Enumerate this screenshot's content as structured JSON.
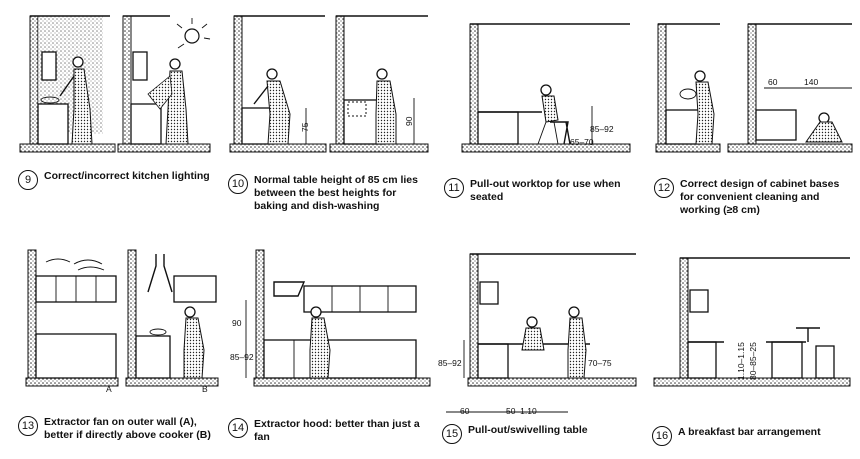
{
  "panels": [
    {
      "num": "9",
      "caption": "Correct/incorrect kitchen lighting"
    },
    {
      "num": "10",
      "caption": "Normal table height of 85 cm lies between the best heights for baking and dish-washing",
      "dims": {
        "a": "75",
        "b": "90"
      }
    },
    {
      "num": "11",
      "caption": "Pull-out worktop for use when seated",
      "dims": {
        "a": "85–92",
        "b": "65–70"
      }
    },
    {
      "num": "12",
      "caption": "Correct design of cabinet bases for convenient cleaning and working (≥8 cm)",
      "dims": {
        "a": "60",
        "b": "140"
      }
    },
    {
      "num": "13",
      "caption": "Extractor fan on outer wall (A), better if directly above cooker (B)",
      "dims": {
        "a": "A",
        "b": "B"
      }
    },
    {
      "num": "14",
      "caption": "Extractor hood: better than just a fan",
      "dims": {
        "a": "90",
        "b": "85–92"
      }
    },
    {
      "num": "15",
      "caption": "Pull-out/swivelling table",
      "dims": {
        "a": "85–92",
        "b": "70–75",
        "c": "60",
        "d": "50–1.10"
      }
    },
    {
      "num": "16",
      "caption": "A breakfast bar arrangement",
      "dims": {
        "a": "1.10–1.15",
        "b": "80–85–25"
      }
    }
  ]
}
